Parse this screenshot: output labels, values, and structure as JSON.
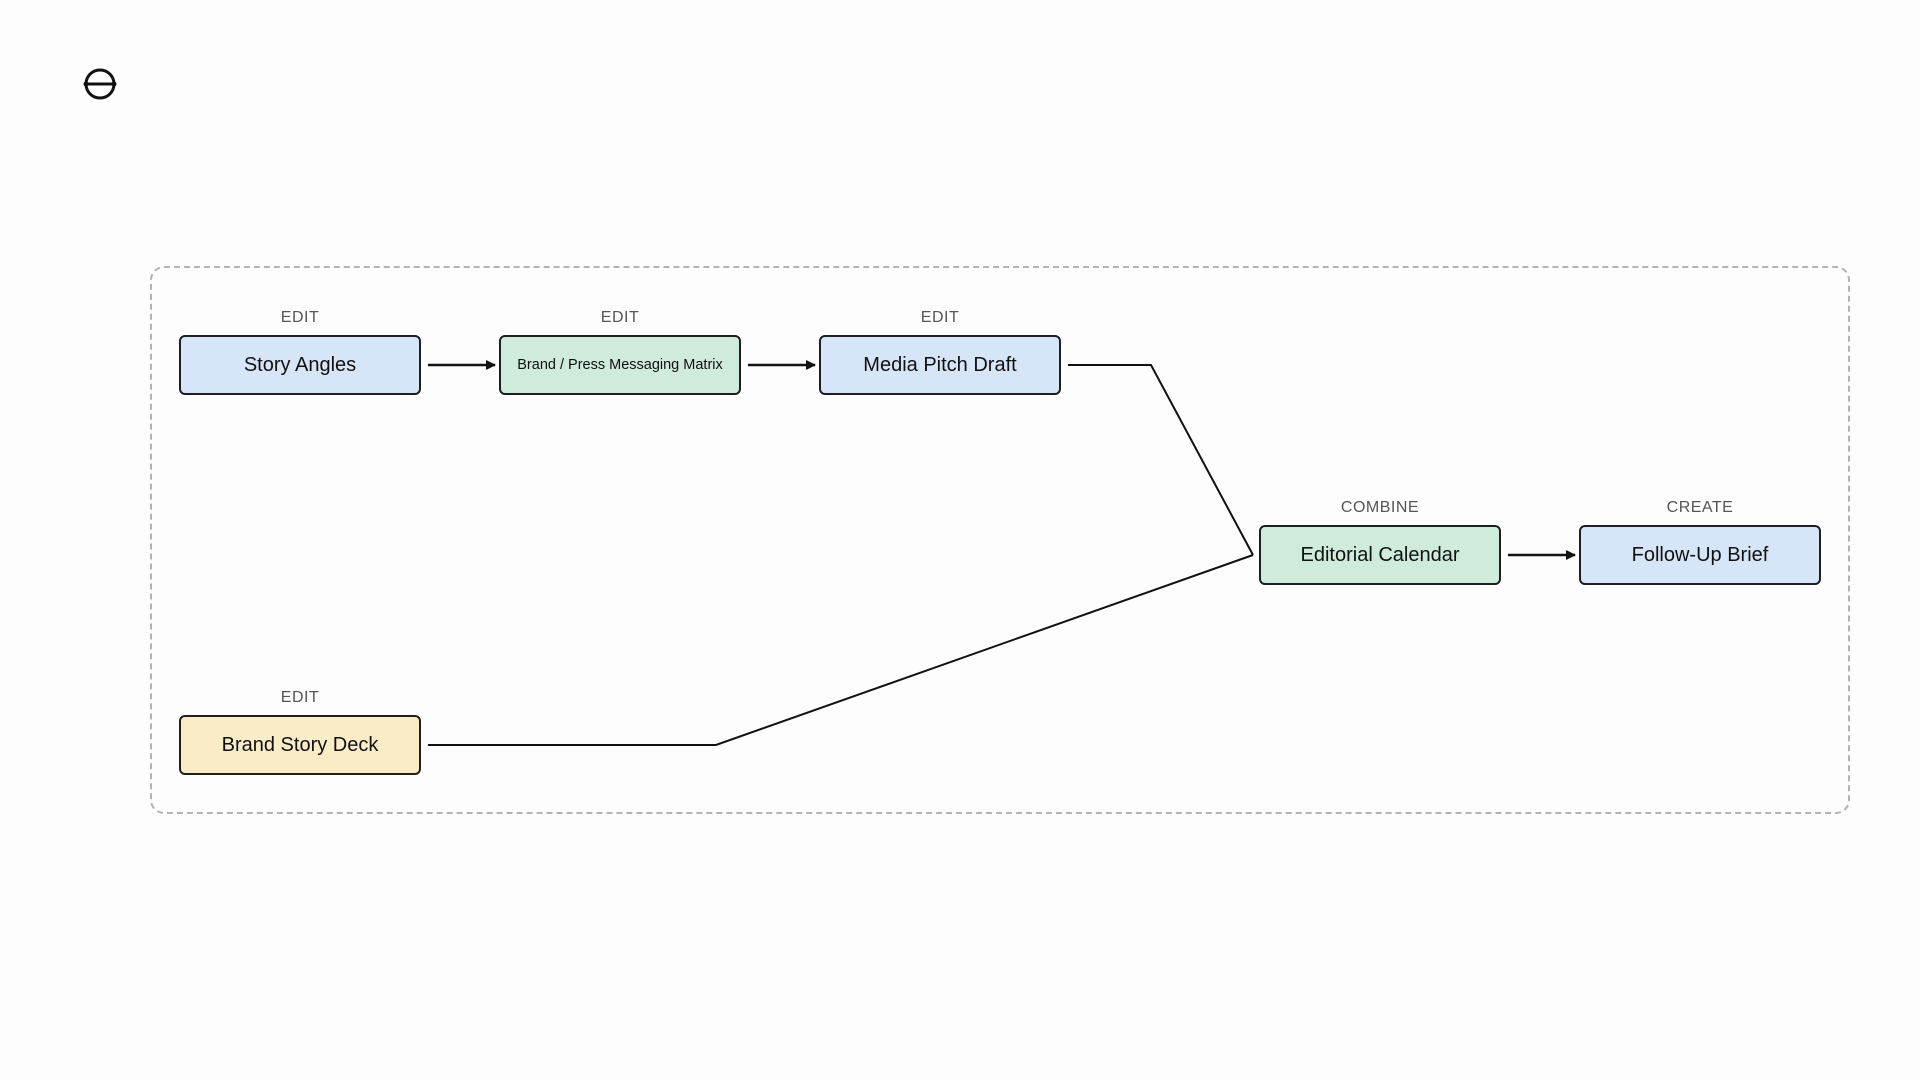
{
  "colors": {
    "blue": "#d6e5f8",
    "green": "#cfebdc",
    "yellow": "#f9ecc6",
    "border": "#1f1f1f",
    "frame": "#b3b3b3",
    "label": "#555555"
  },
  "logo": {
    "icon": "circle-bar-logo-icon"
  },
  "nodes": {
    "story_angles": {
      "op": "EDIT",
      "label": "Story Angles",
      "color": "#d6e5f8"
    },
    "messaging_matrix": {
      "op": "EDIT",
      "label": "Brand / Press Messaging Matrix",
      "color": "#cfebdc"
    },
    "media_pitch": {
      "op": "EDIT",
      "label": "Media Pitch Draft",
      "color": "#d6e5f8"
    },
    "editorial_calendar": {
      "op": "COMBINE",
      "label": "Editorial Calendar",
      "color": "#cfebdc"
    },
    "follow_up_brief": {
      "op": "CREATE",
      "label": "Follow-Up Brief",
      "color": "#d6e5f8"
    },
    "brand_story_deck": {
      "op": "EDIT",
      "label": "Brand Story Deck",
      "color": "#f9ecc6"
    }
  },
  "edges": [
    {
      "from": "Story Angles",
      "to": "Brand / Press Messaging Matrix",
      "arrow": true
    },
    {
      "from": "Brand / Press Messaging Matrix",
      "to": "Media Pitch Draft",
      "arrow": true
    },
    {
      "from": "Media Pitch Draft",
      "to": "Editorial Calendar",
      "arrow": false
    },
    {
      "from": "Brand Story Deck",
      "to": "Editorial Calendar",
      "arrow": false
    },
    {
      "from": "Editorial Calendar",
      "to": "Follow-Up Brief",
      "arrow": true
    }
  ]
}
